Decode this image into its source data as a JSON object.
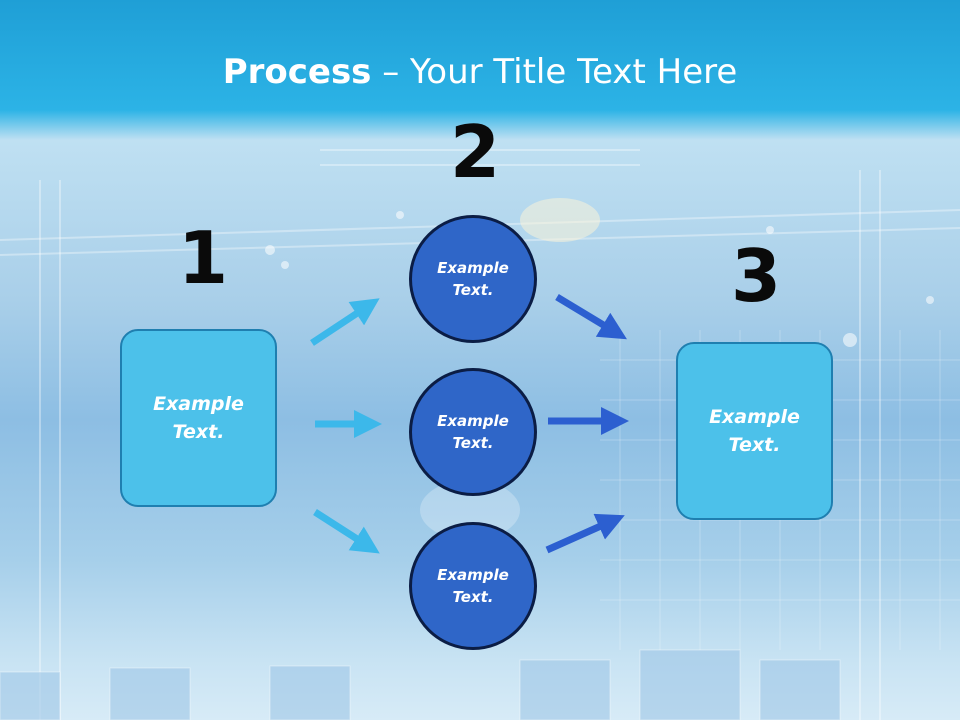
{
  "title": {
    "bold": "Process",
    "rest": " – Your Title Text Here"
  },
  "steps": {
    "one": "1",
    "two": "2",
    "three": "3"
  },
  "left_box": {
    "line1": "Example",
    "line2": "Text."
  },
  "circles": [
    {
      "line1": "Example",
      "line2": "Text."
    },
    {
      "line1": "Example",
      "line2": "Text."
    },
    {
      "line1": "Example",
      "line2": "Text."
    }
  ],
  "right_box": {
    "line1": "Example",
    "line2": "Text."
  },
  "colors": {
    "box_fill": "#4cc1ea",
    "circle_fill": "#2f66c8",
    "arrow_light": "#3cb8ea",
    "arrow_dark": "#2c5fd0"
  }
}
